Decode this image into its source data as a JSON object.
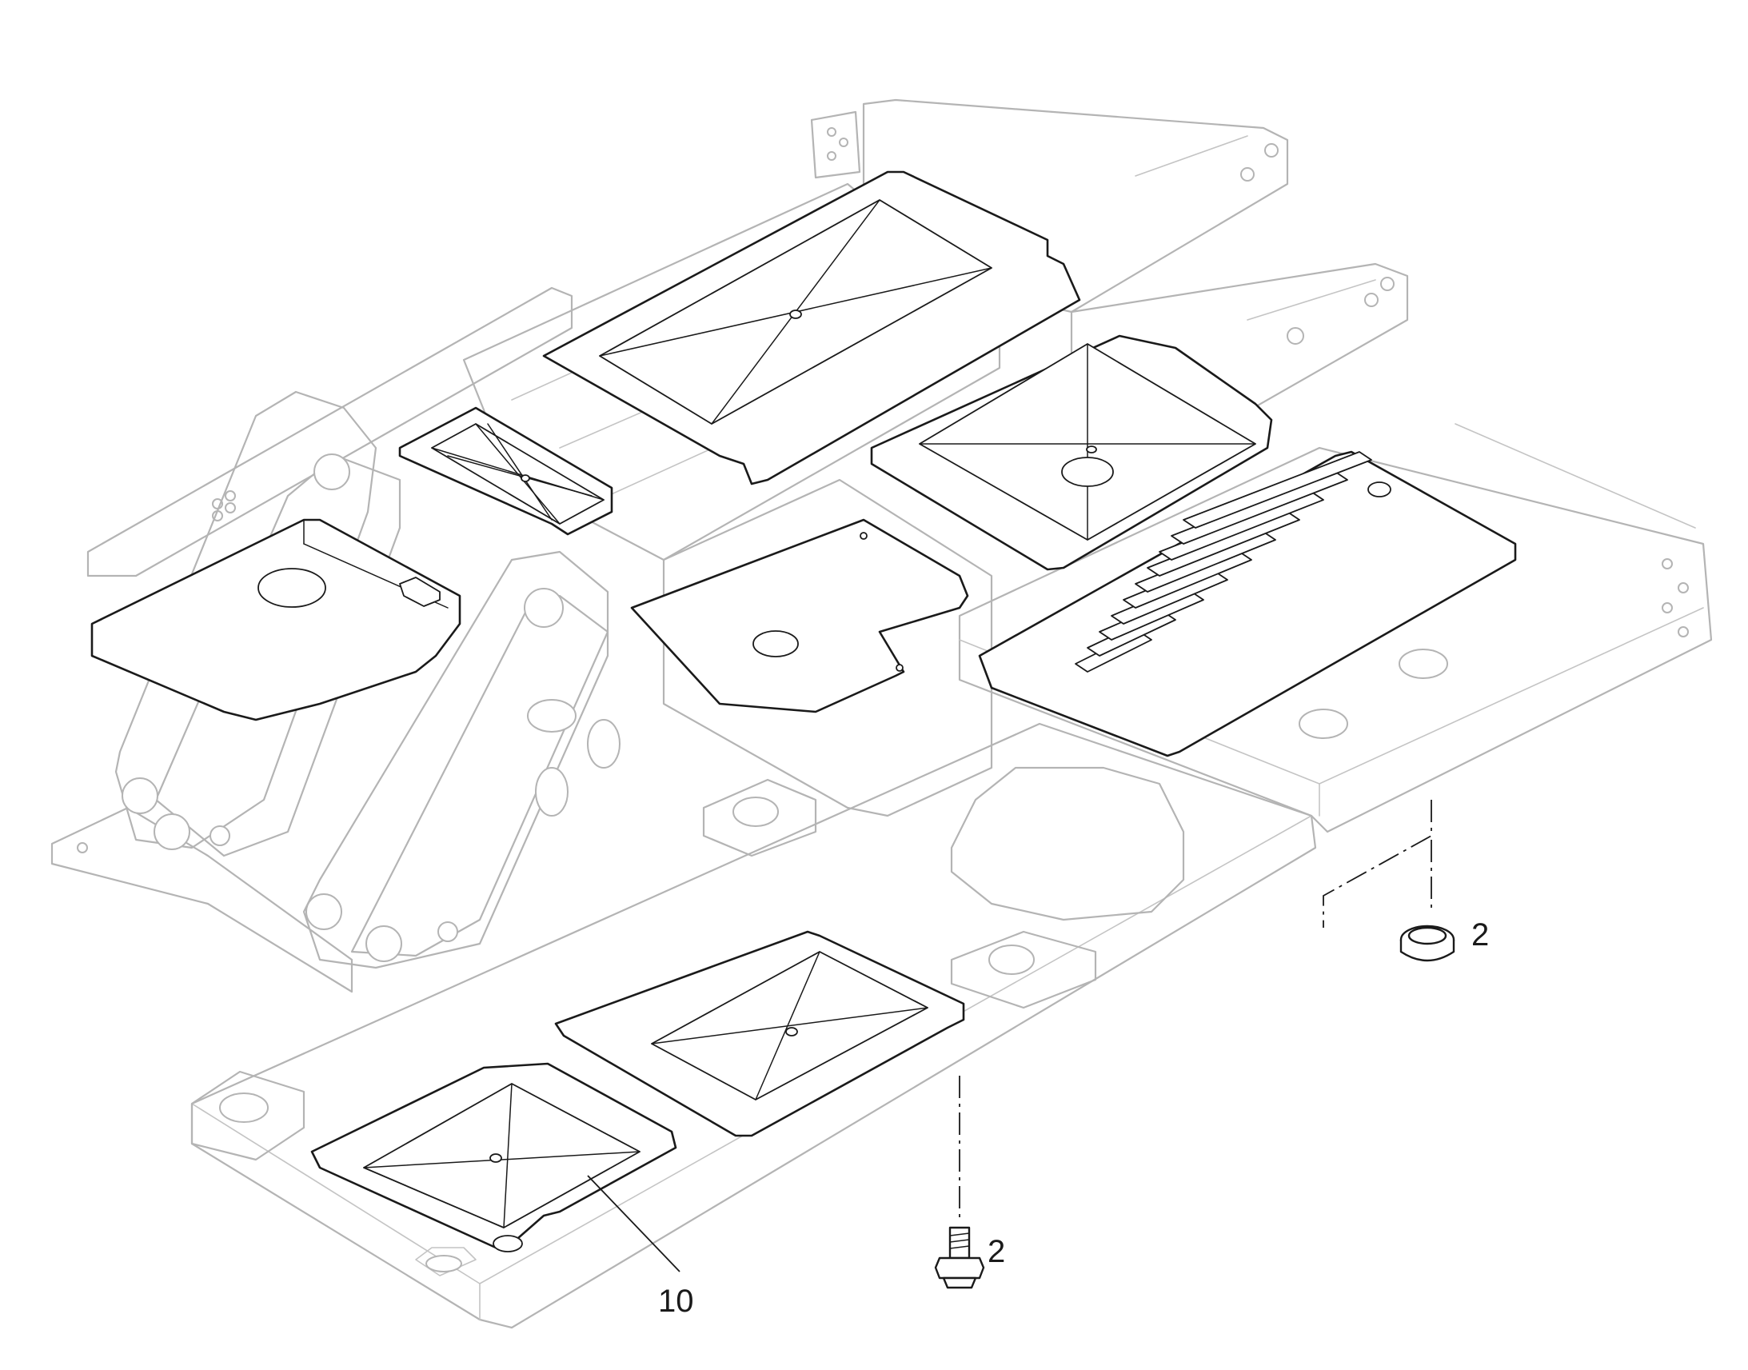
{
  "callouts": {
    "plug_label": "2",
    "bolt_label": "2",
    "cover_label": "10"
  },
  "colors": {
    "frame_stroke": "#b4b4b4",
    "cover_stroke": "#1a1a1a",
    "background": "#ffffff"
  }
}
